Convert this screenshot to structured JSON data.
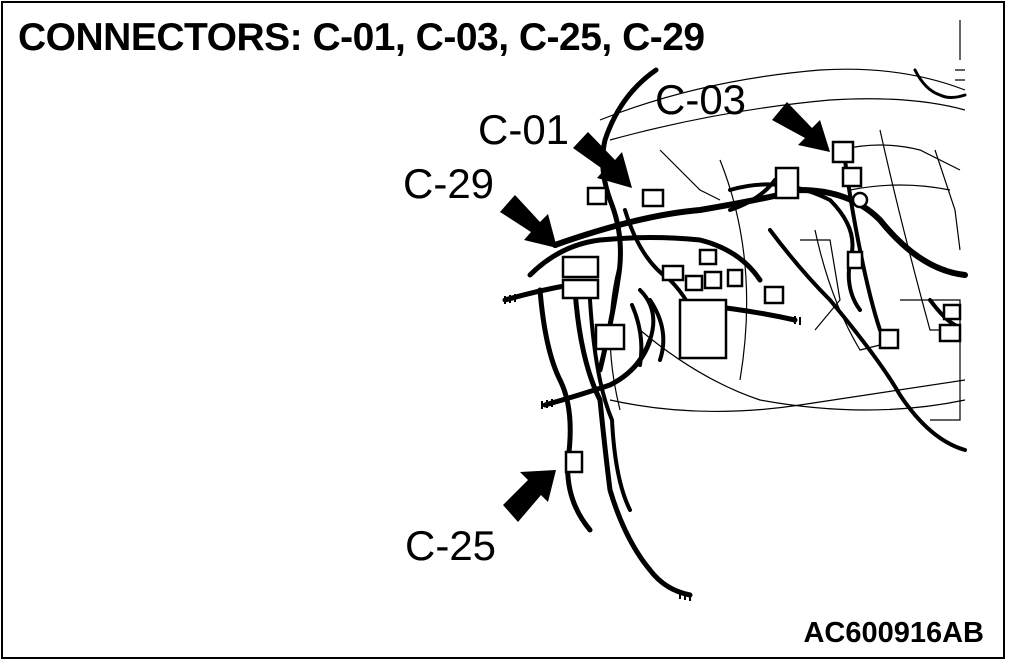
{
  "title": "CONNECTORS: C-01, C-03, C-25, C-29",
  "figure_id": "AC600916AB",
  "callouts": {
    "c01": "C-01",
    "c03": "C-03",
    "c29": "C-29",
    "c25": "C-25"
  },
  "colors": {
    "ink": "#000000",
    "paper": "#ffffff"
  }
}
